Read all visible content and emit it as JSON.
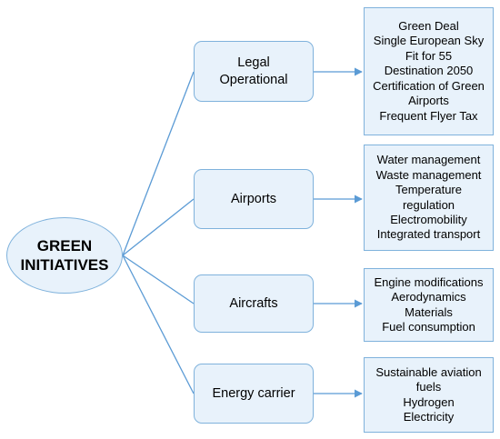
{
  "root": {
    "label": "GREEN\nINITIATIVES"
  },
  "categories": [
    {
      "label": "Legal\nOperational",
      "items": [
        "Green Deal",
        "Single European Sky",
        "Fit for 55",
        "Destination 2050",
        "Certification of Green",
        "Airports",
        "Frequent Flyer Tax"
      ]
    },
    {
      "label": "Airports",
      "items": [
        "Water management",
        "Waste management",
        "Temperature",
        "regulation",
        "Electromobility",
        "Integrated transport"
      ]
    },
    {
      "label": "Aircrafts",
      "items": [
        "Engine modifications",
        "Aerodynamics",
        "Materials",
        "Fuel consumption"
      ]
    },
    {
      "label": "Energy carrier",
      "items": [
        "Sustainable aviation",
        "fuels",
        "Hydrogen",
        "Electricity"
      ]
    }
  ],
  "colors": {
    "line": "#5b9bd5",
    "box_border": "#7fb2dc",
    "box_fill": "#e8f2fb"
  }
}
